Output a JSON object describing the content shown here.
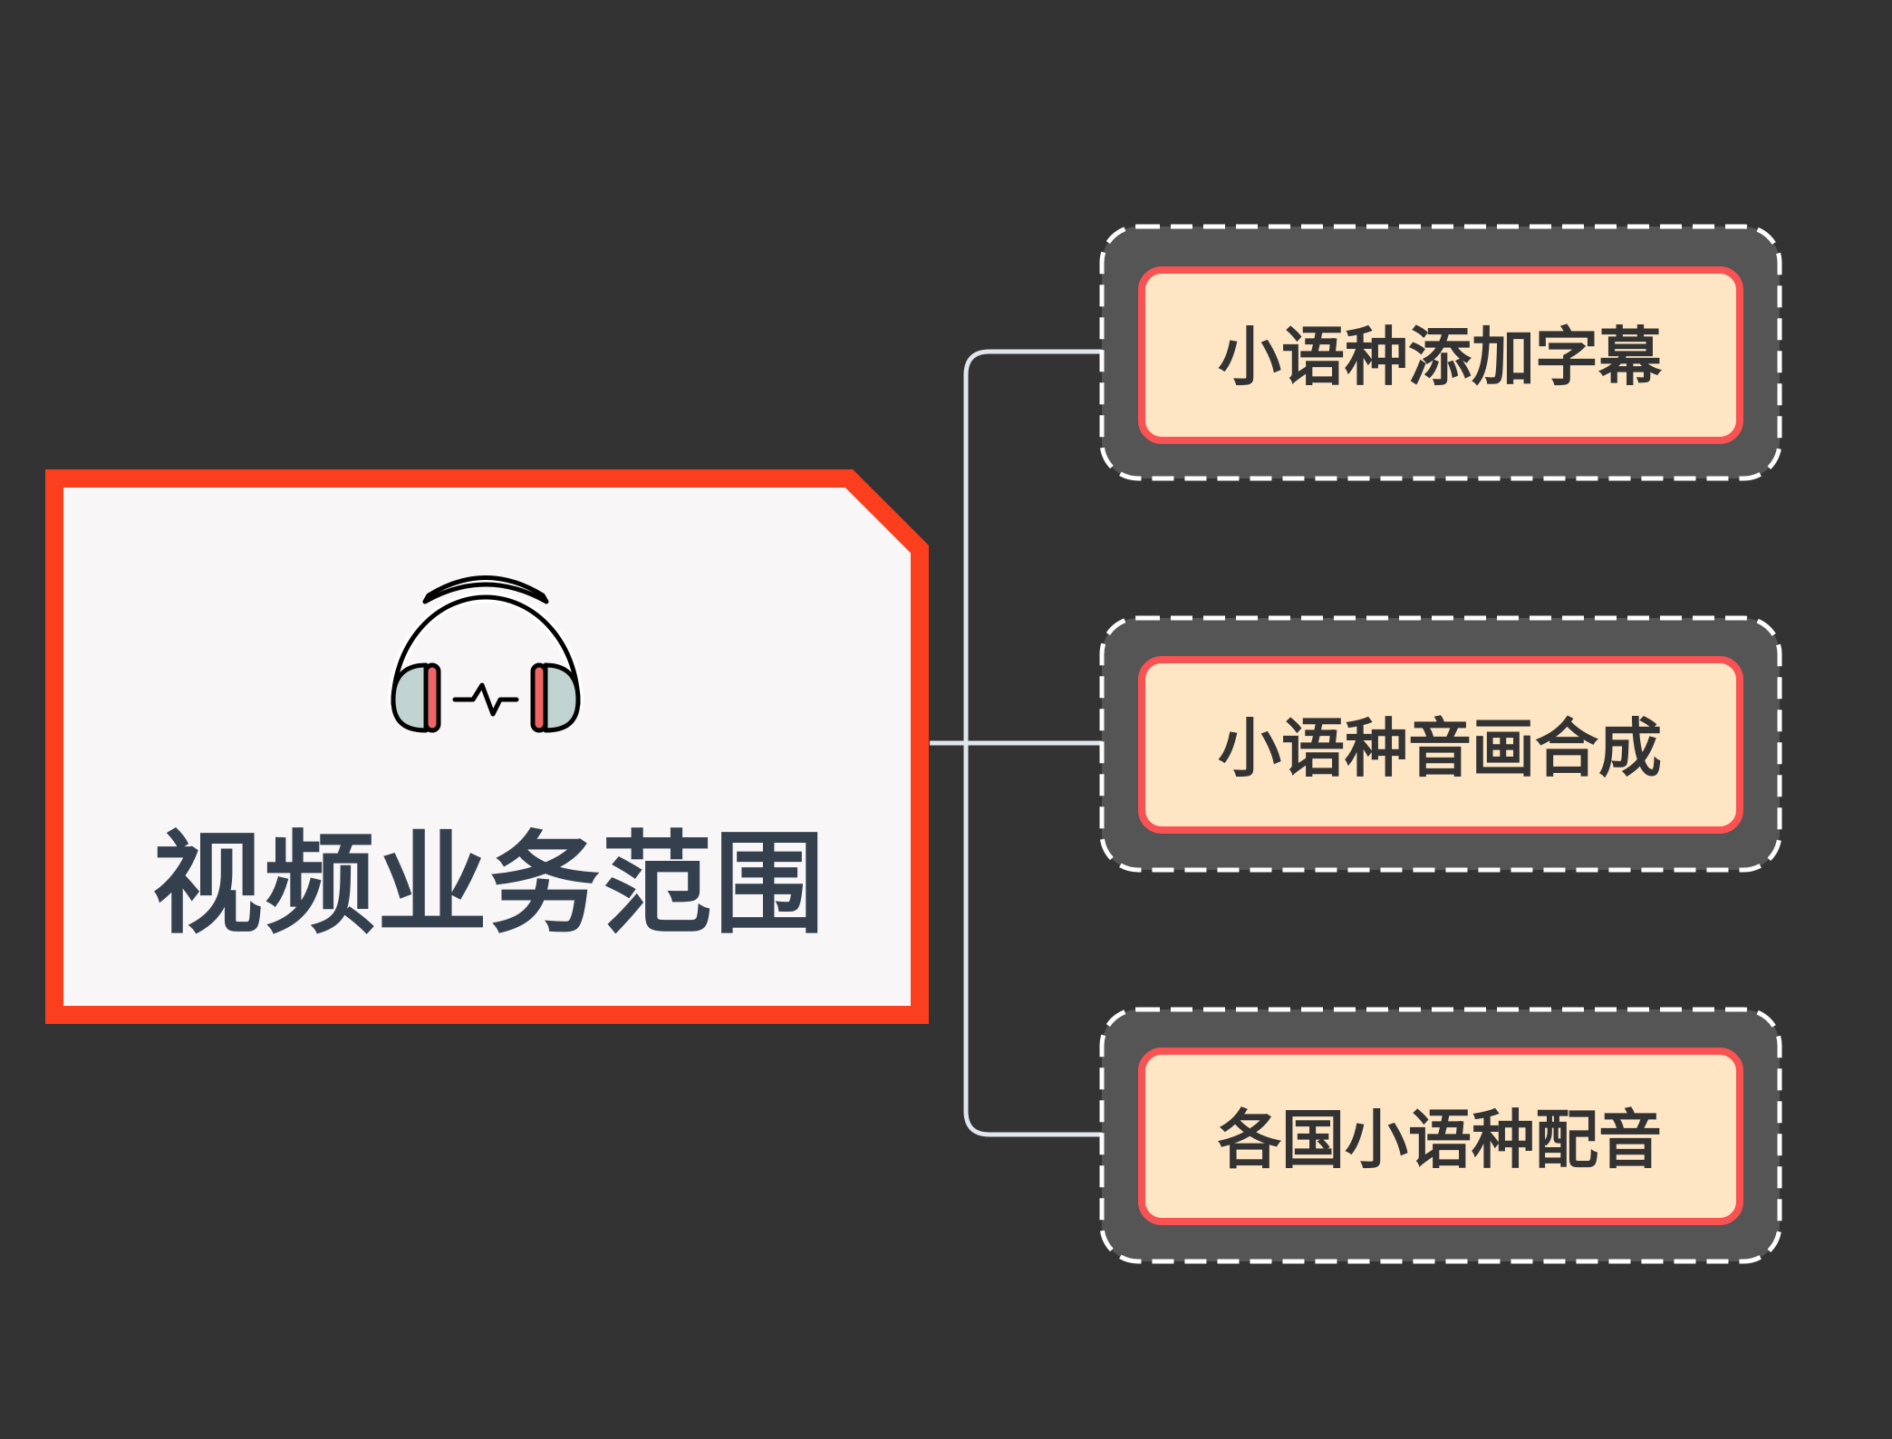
{
  "root": {
    "title": "视频业务范围",
    "icon": "headphones-icon"
  },
  "branches": [
    {
      "label": "小语种添加字幕"
    },
    {
      "label": "小语种音画合成"
    },
    {
      "label": "各国小语种配音"
    }
  ],
  "colors": {
    "background": "#333333",
    "root_fill": "#f8f6f7",
    "root_border": "#fa3e1e",
    "root_text": "#34404e",
    "connector": "#e1e6ee",
    "branch_outer_fill": "#555555",
    "branch_outer_dash": "#ffffff",
    "branch_inner_fill": "#fee6c5",
    "branch_inner_border": "#f95253",
    "branch_text": "#333333",
    "icon_ear_fill": "#c0d3d1",
    "icon_ear_band": "#ee6566"
  }
}
